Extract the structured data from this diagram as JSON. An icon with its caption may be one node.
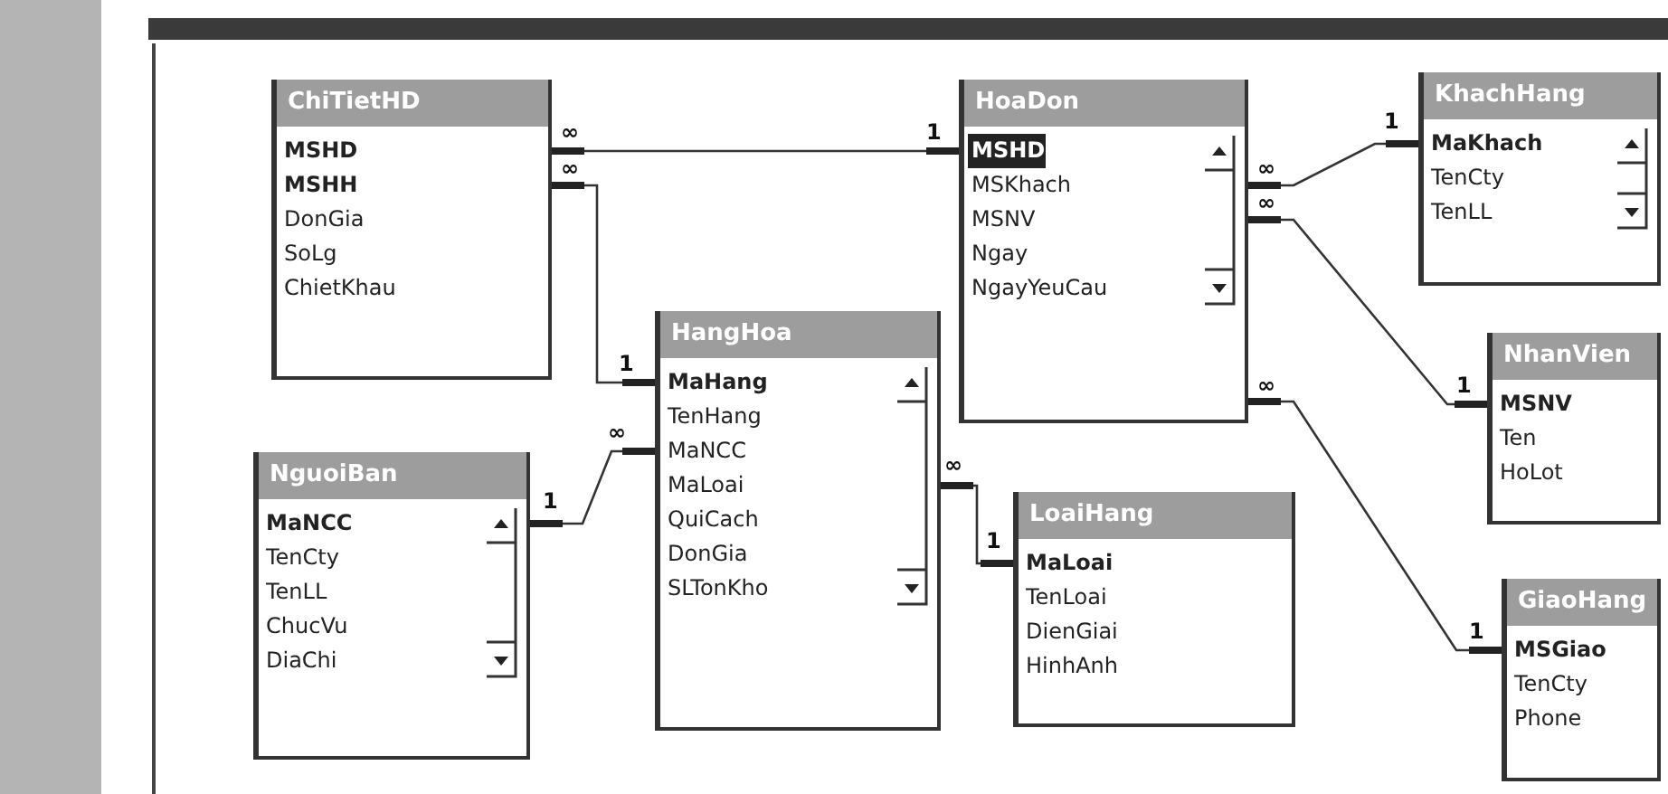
{
  "diagram": {
    "nodes": [
      {
        "text": [
          "ChiTietHD",
          "MSHD",
          "MSHH",
          "DonGia",
          "SoLg",
          "ChietKhau"
        ]
      },
      {
        "text": [
          "HoaDon",
          "MSHD",
          "MSKhach",
          "MSNV",
          "Ngay",
          "NgayYeuCau"
        ]
      },
      {
        "text": [
          "KhachHang",
          "MaKhach",
          "TenCty",
          "TenLL"
        ]
      },
      {
        "text": [
          "HangHoa",
          "MaHang",
          "TenHang",
          "MaNCC",
          "MaLoai",
          "QuiCach",
          "DonGia",
          "SLTonKho"
        ]
      },
      {
        "text": [
          "NhanVien",
          "MSNV",
          "Ten",
          "HoLot"
        ]
      },
      {
        "text": [
          "NguoiBan",
          "MaNCC",
          "TenCty",
          "TenLL",
          "ChucVu",
          "DiaChi"
        ]
      },
      {
        "text": [
          "LoaiHang",
          "MaLoai",
          "TenLoai",
          "DienGiai",
          "HinhAnh"
        ]
      },
      {
        "text": [
          "GiaoHang",
          "MSGiao",
          "TenCty",
          "Phone"
        ]
      }
    ],
    "edges": [
      {
        "from": 0,
        "to": 1,
        "arrow": "other"
      },
      {
        "from": 0,
        "to": 3,
        "arrow": "other"
      },
      {
        "from": 1,
        "to": 2,
        "arrow": "other"
      },
      {
        "from": 1,
        "to": 4,
        "arrow": "other"
      },
      {
        "from": 1,
        "to": 7,
        "arrow": "other"
      },
      {
        "from": 3,
        "to": 5,
        "arrow": "other"
      },
      {
        "from": 3,
        "to": 6,
        "arrow": "other"
      }
    ],
    "labels": [
      "1",
      "1",
      "∞",
      "∞",
      "∞",
      "∞",
      "1",
      "1",
      "∞",
      "∞",
      "∞",
      "1",
      "1",
      "1"
    ]
  }
}
